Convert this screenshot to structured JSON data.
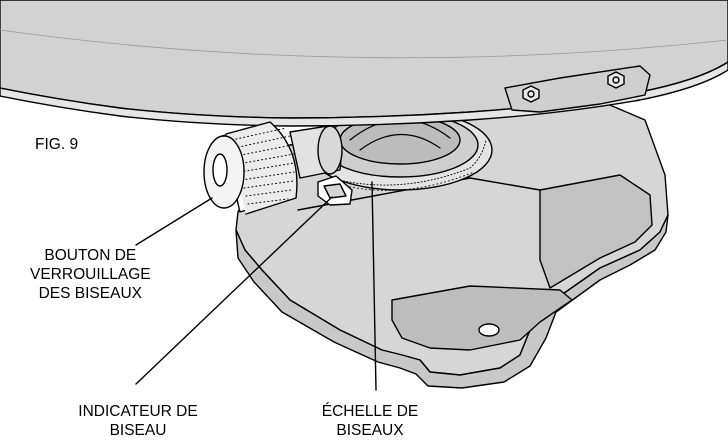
{
  "figure": {
    "number_label": "FIG. 9"
  },
  "callouts": {
    "lock_knob": {
      "line1": "BOUTON DE",
      "line2": "VERROUILLAGE",
      "line3": "DES BISEAUX"
    },
    "bevel_indicator": {
      "line1": "INDICATEUR DE",
      "line2": "BISEAU"
    },
    "bevel_scale": {
      "line1": "ÉCHELLE DE",
      "line2": "BISEAUX"
    }
  }
}
